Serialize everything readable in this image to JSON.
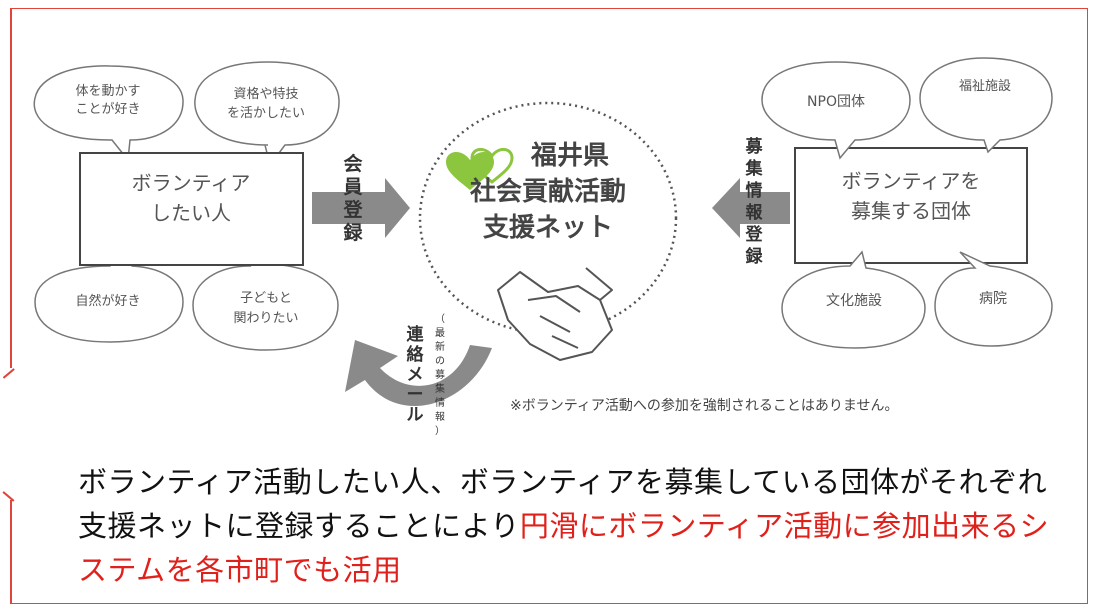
{
  "left_box": {
    "line1": "ボランティア",
    "line2": "したい人"
  },
  "left_bubbles": [
    {
      "line1": "体を動かす",
      "line2": "ことが好き"
    },
    {
      "line1": "資格や特技",
      "line2": "を活かしたい"
    },
    {
      "line1": "自然が好き",
      "line2": ""
    },
    {
      "line1": "子どもと",
      "line2": "関わりたい"
    }
  ],
  "right_box": {
    "line1": "ボランティアを",
    "line2": "募集する団体"
  },
  "right_bubbles": [
    {
      "line1": "NPO団体"
    },
    {
      "line1": "福祉施設"
    },
    {
      "line1": "文化施設"
    },
    {
      "line1": "病院"
    }
  ],
  "center": {
    "line1": "福井県",
    "line2": "社会貢献活動",
    "line3": "支援ネット"
  },
  "arrow_left_label": [
    "会",
    "員",
    "登",
    "録"
  ],
  "arrow_right_label": [
    "募",
    "集",
    "情",
    "報",
    "登",
    "録"
  ],
  "mail_label": [
    "連",
    "絡",
    "メ",
    "ー",
    "ル"
  ],
  "mail_sub_label": [
    "（",
    "最",
    "新",
    "の",
    "募",
    "集",
    "情",
    "報",
    "）"
  ],
  "note": "※ボランティア活動への参加を強制されることはありません。",
  "caption": {
    "black_part": "ボランティア活動したい人、ボランティアを募集している団体がそれぞれ支援ネットに登録することにより",
    "red_part": "円滑にボランティア活動に参加出来るシステムを各市町でも活用"
  },
  "colors": {
    "frame": "#e0453b",
    "arrow": "#8a8a8a",
    "heart": "#8cc63f",
    "caption_red": "#e0201a"
  }
}
